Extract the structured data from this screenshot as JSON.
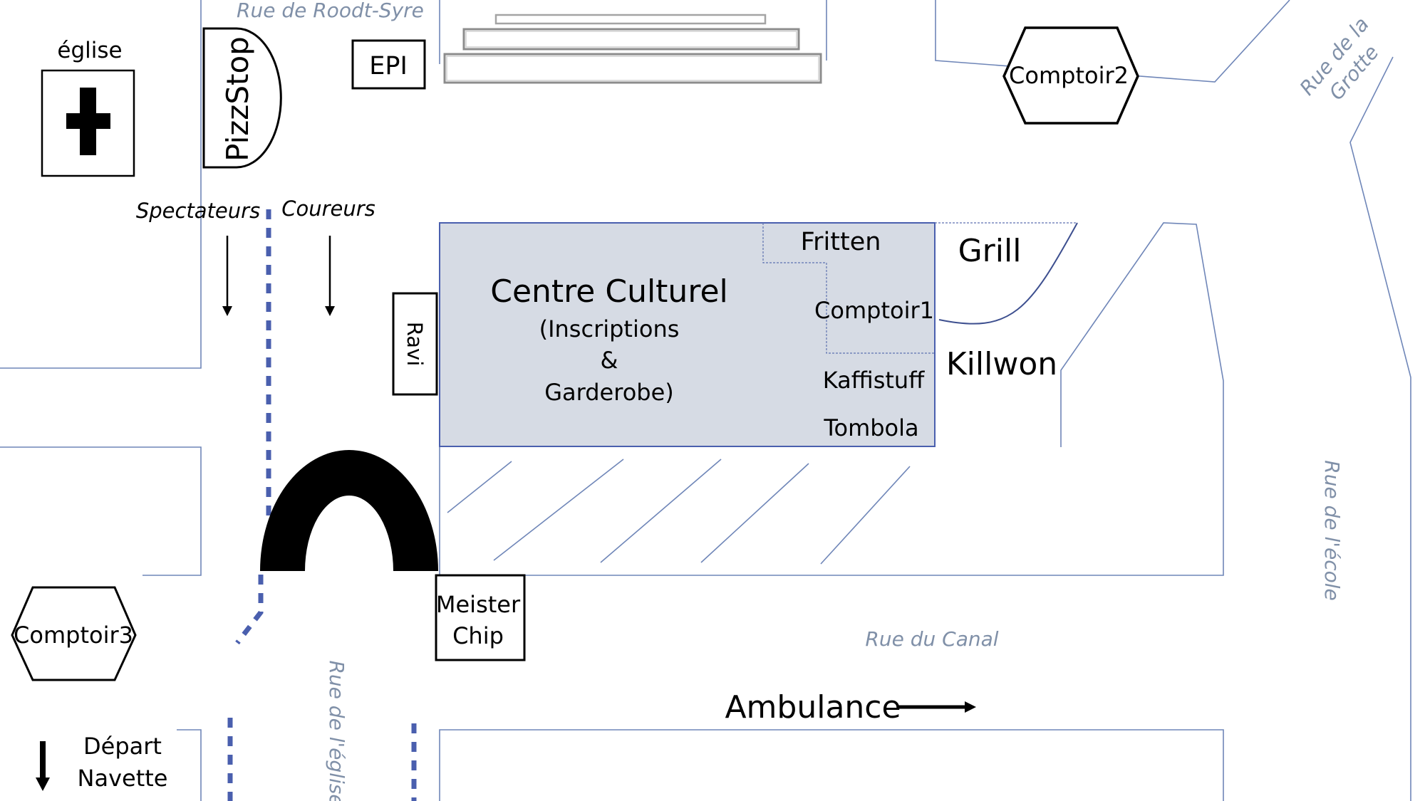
{
  "streets": {
    "roodt_syre": "Rue de Roodt-Syre",
    "grotte_line1": "Rue de la",
    "grotte_line2": "Grotte",
    "ecole": "Rue de l'école",
    "canal": "Rue du Canal",
    "eglise": "Rue de l'église"
  },
  "places": {
    "eglise": "église",
    "pizzstop": "PizzStop",
    "epi": "EPI",
    "comptoir2": "Comptoir2",
    "comptoir3": "Comptoir3",
    "ravi": "Ravi",
    "meister_line1": "Meister",
    "meister_line2": "Chip",
    "centre_title": "Centre Culturel",
    "centre_line2": "(Inscriptions",
    "centre_line3": "&",
    "centre_line4": "Garderobe)",
    "fritten": "Fritten",
    "comptoir1": "Comptoir1",
    "kaffistuff": "Kaffistuff",
    "tombola": "Tombola",
    "grill": "Grill",
    "killwon": "Killwon"
  },
  "flows": {
    "spectateurs": "Spectateurs",
    "coureurs": "Coureurs"
  },
  "legend": {
    "depart": "Départ",
    "navette": "Navette",
    "ambulance": "Ambulance"
  },
  "colors": {
    "road_line": "#6f86b8",
    "route_dash": "#4a5fae",
    "building_fill": "#d6dbe4",
    "building_stroke": "#4a5fae",
    "street_label": "#8090a8"
  }
}
